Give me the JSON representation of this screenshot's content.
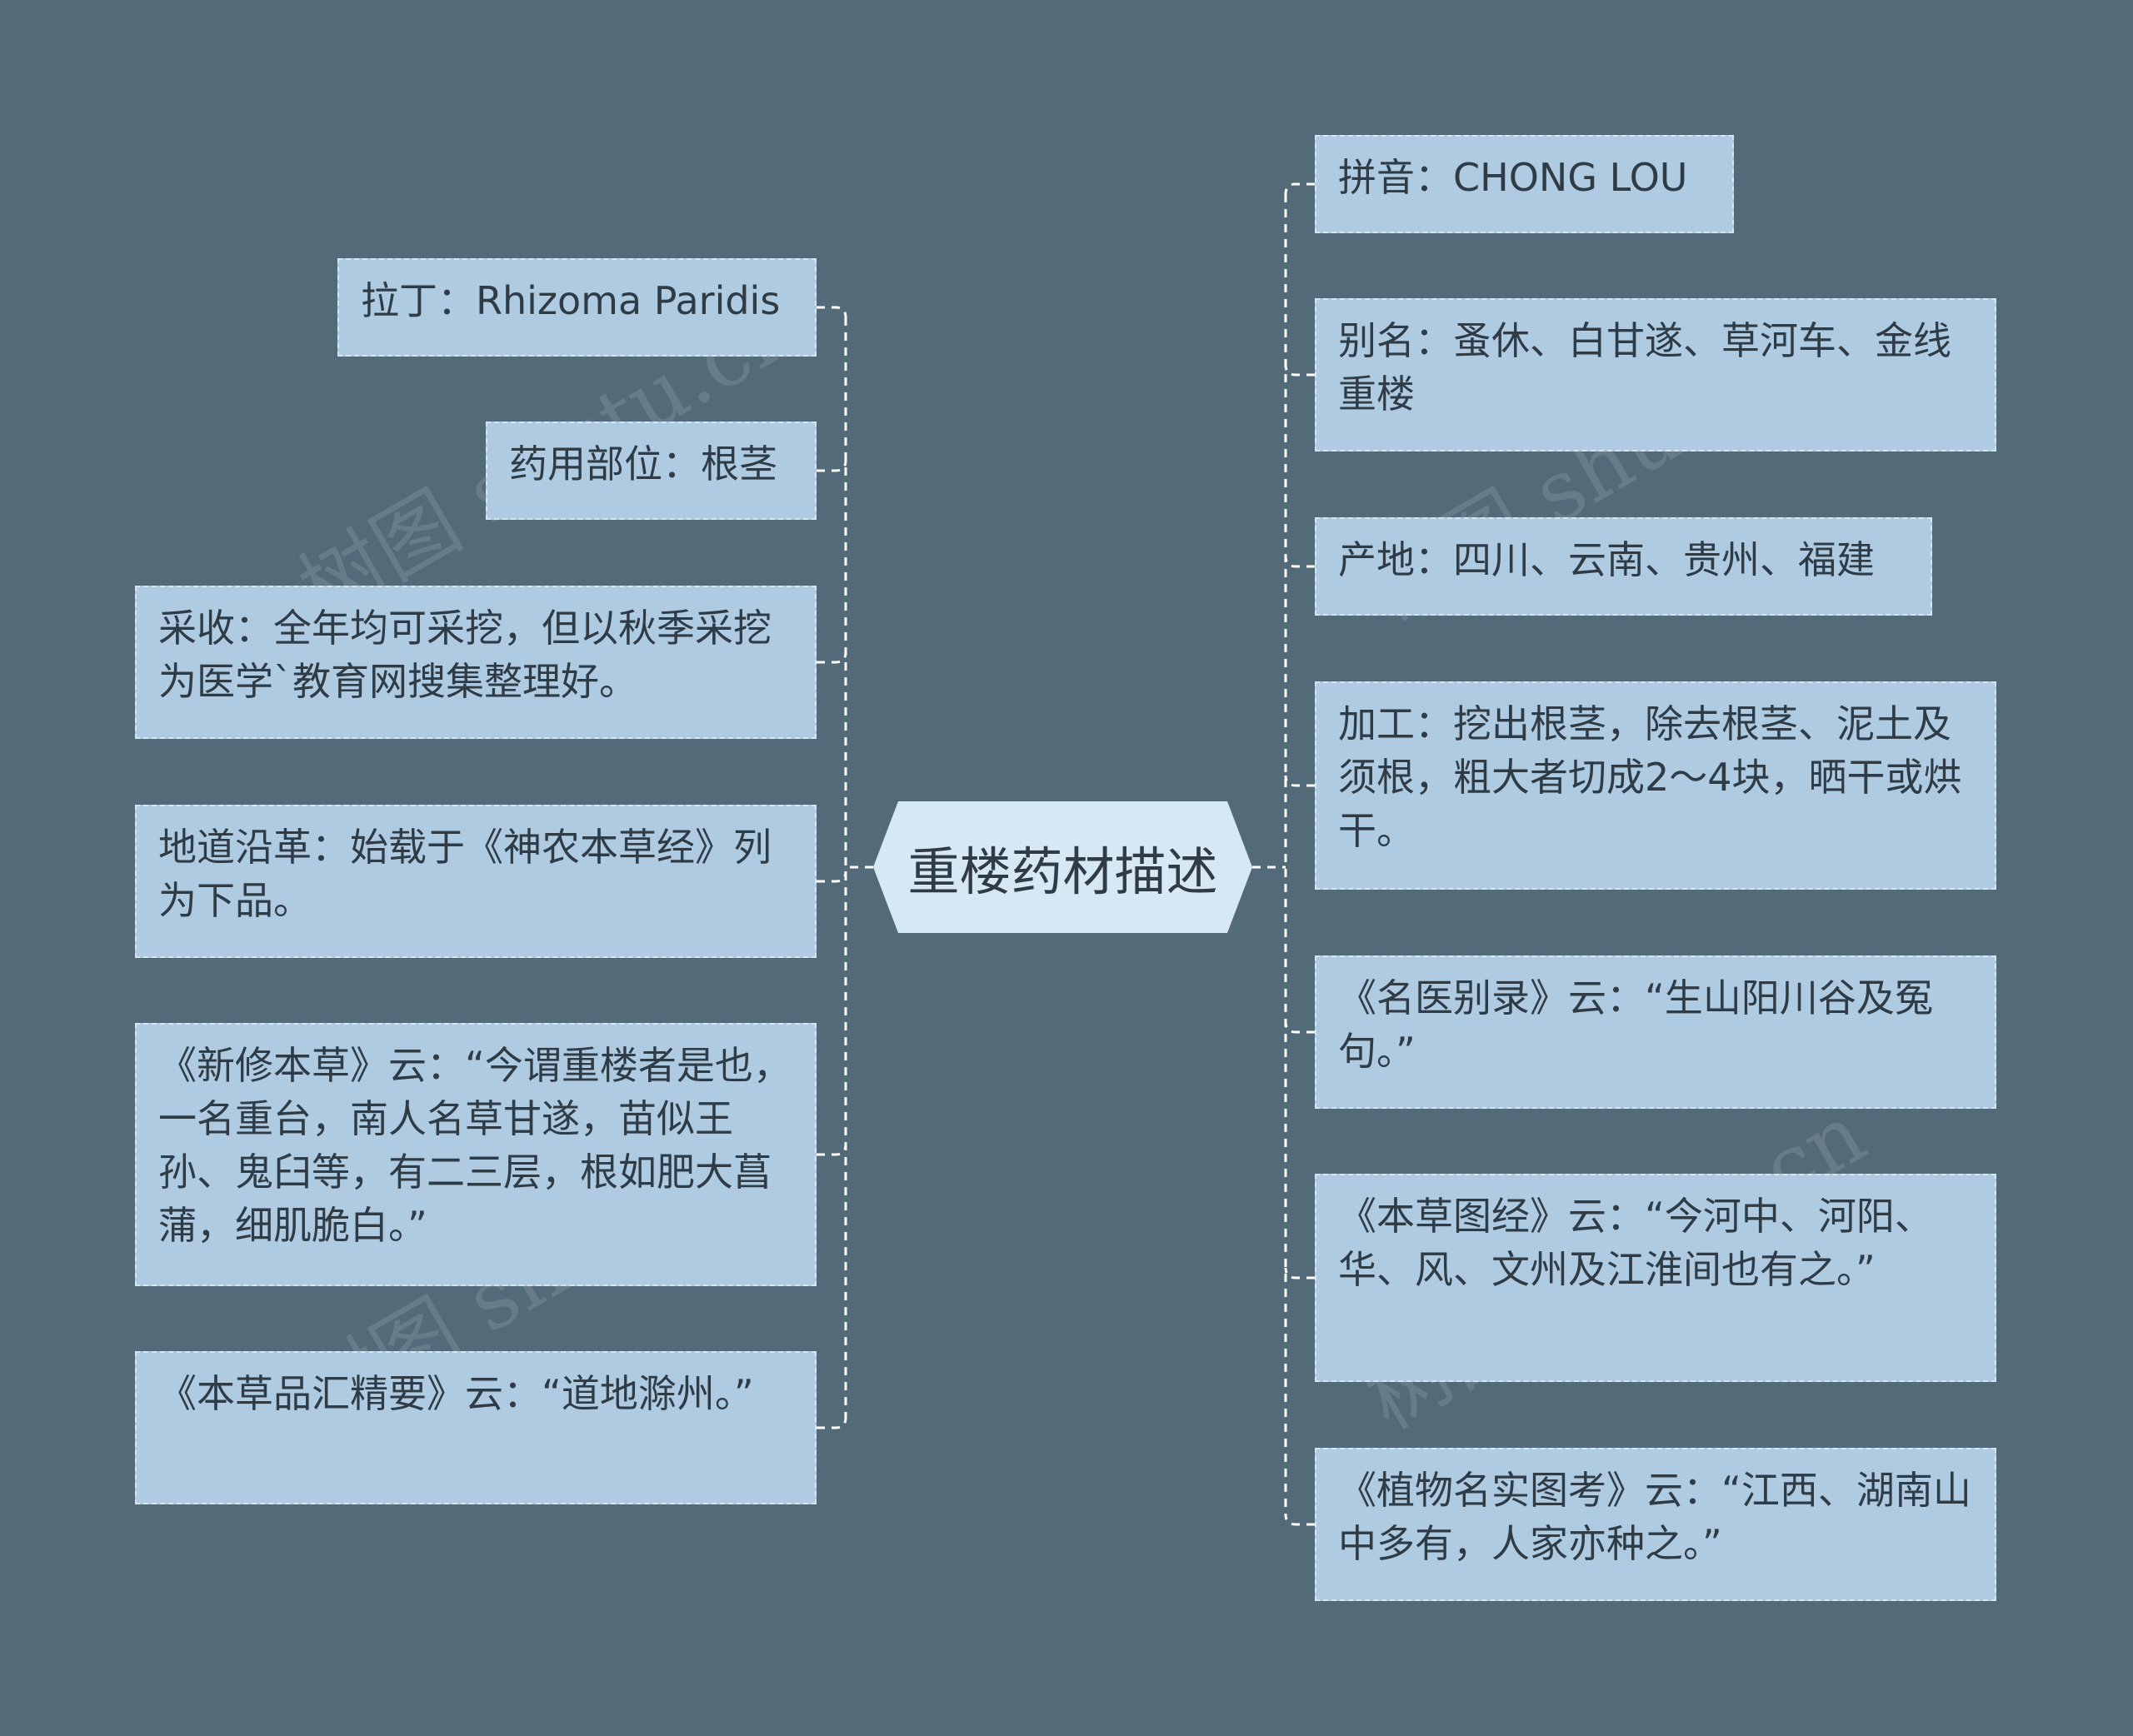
{
  "center": "重楼药材描述",
  "left": [
    "拉丁：Rhizoma Paridis",
    "药用部位：根茎",
    "采收：全年均可采挖，但以秋季采挖为医学`教育网搜集整理好。",
    "地道沿革：始载于《神农本草经》列为下品。",
    "《新修本草》云：“今谓重楼者是也，一名重台，南人名草甘遂，苗似王孙、鬼臼等，有二三层，根如肥大菖蒲，细肌脆白。”",
    "《本草品汇精要》云：“道地滁州。”"
  ],
  "right": [
    "拼音：CHONG LOU",
    "别名：蚤休、白甘遂、草河车、金线重楼",
    "产地：四川、云南、贵州、福建",
    "加工：挖出根茎，除去根茎、泥土及须根，粗大者切成2～4块，晒干或烘干。",
    "《名医别录》云：“生山阳川谷及冤句。”",
    "《本草图经》云：“今河中、河阳、华、风、文州及江淮间也有之。”",
    "《植物名实图考》云：“江西、湖南山中多有，人家亦种之。”"
  ],
  "watermark": "树图 shutu.cn"
}
